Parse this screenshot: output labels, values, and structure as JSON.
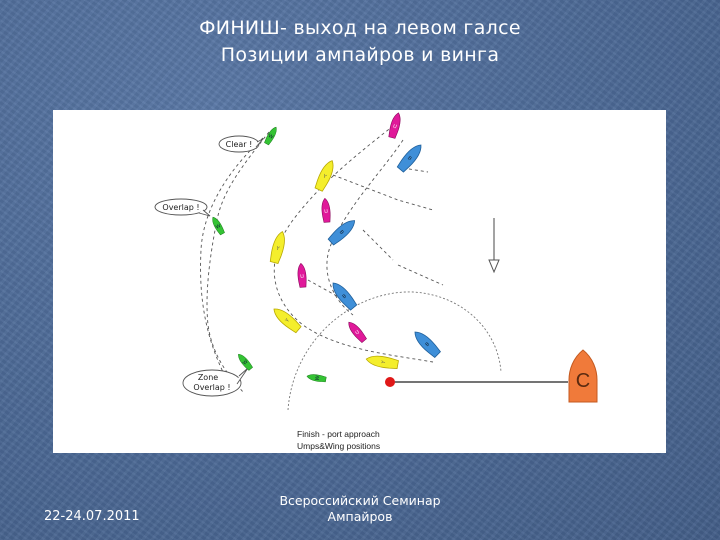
{
  "slide": {
    "title_line1": "ФИНИШ- выход на левом галсе",
    "title_line2": "Позиции ампайров и винга",
    "date": "22-24.07.2011",
    "footer_line1": "Всероссийский Семинар",
    "footer_line2": "Ампайров"
  },
  "diagram": {
    "bubbles": {
      "clear": "Clear !",
      "overlap": "Overlap !",
      "zone_line1": "Zone",
      "zone_line2": "Overlap !"
    },
    "finish_mark_label": "C",
    "caption_line1": "Finish - port approach",
    "caption_line2": "Umps&Wing positions",
    "boat_labels": {
      "yellow": "Y",
      "blue": "B",
      "magenta": "U",
      "wing": "W"
    }
  },
  "colors": {
    "background": "#4f6d9a",
    "yellow_boat": "#f4ee2c",
    "blue_boat": "#3f8fd8",
    "magenta_boat": "#e0199a",
    "wing_boat": "#34c334",
    "finish_mark": "#f07a3a",
    "finish_dot": "#e01818"
  }
}
